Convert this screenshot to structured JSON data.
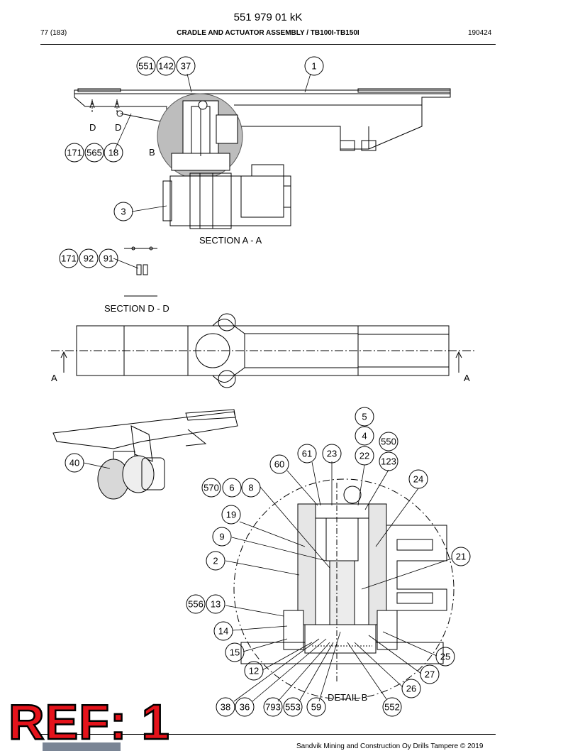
{
  "header": {
    "doc_code": "551 979 01 kK",
    "page": "77 (183)",
    "title": "CRADLE AND ACTUATOR ASSEMBLY / TB100I-TB150I",
    "date": "190424"
  },
  "section_labels": {
    "section_aa": "SECTION  A - A",
    "section_dd": "SECTION  D - D",
    "detail_b": "DETAIL  B",
    "cut_a_left": "A",
    "cut_a_right": "A",
    "cut_d_1": "D",
    "cut_d_2": "D",
    "detail_marker_b": "B"
  },
  "callouts": [
    "551",
    "142",
    "37",
    "1",
    "171",
    "565",
    "18",
    "3",
    "171",
    "92",
    "91",
    "40",
    "5",
    "4",
    "550",
    "61",
    "23",
    "22",
    "123",
    "60",
    "24",
    "570",
    "6",
    "8",
    "19",
    "9",
    "2",
    "21",
    "556",
    "13",
    "14",
    "15",
    "25",
    "12",
    "27",
    "26",
    "38",
    "36",
    "793",
    "553",
    "59",
    "552"
  ],
  "stamp": {
    "text": "REF: 1",
    "color": "#e5131b"
  },
  "footer": {
    "text": "Sandvik Mining and Construction Oy Drills Tampere © 2019"
  }
}
